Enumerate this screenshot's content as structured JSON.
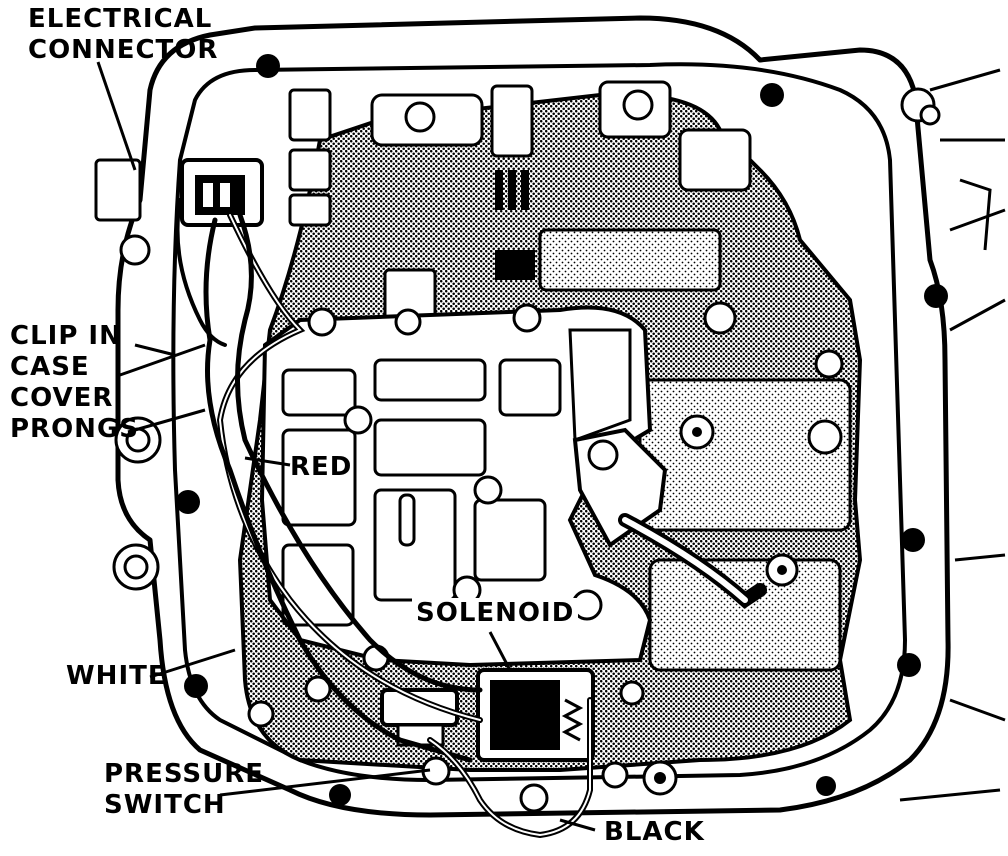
{
  "labels": {
    "electrical_connector": [
      "ELECTRICAL",
      "CONNECTOR"
    ],
    "clip": [
      "CLIP IN",
      "CASE",
      "COVER",
      "PRONGS"
    ],
    "red": "RED",
    "solenoid": "SOLENOID",
    "white": "WHITE",
    "pressure_switch": [
      "PRESSURE",
      "SWITCH"
    ],
    "black": "BLACK"
  },
  "colors": {
    "ink": "#000000",
    "paper": "#ffffff",
    "stipple": "#2a2a2a"
  }
}
